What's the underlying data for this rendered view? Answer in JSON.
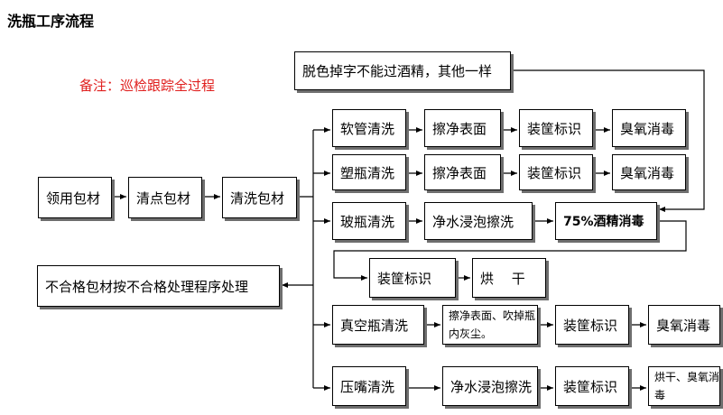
{
  "title": "洗瓶工序流程",
  "note": "备注：巡检跟踪全过程",
  "nodes": {
    "receive": "领用包材",
    "count": "清点包材",
    "clean": "清洗包材",
    "nonconforming": "不合格包材按不合格处理程序处理",
    "top_note": "脱色掉字不能过酒精，其他一样",
    "hose": {
      "label": "软管清洗",
      "step2": "擦净表面",
      "step3": "装筐标识",
      "step4": "臭氧消毒"
    },
    "plastic": {
      "label": "塑瓶清洗",
      "step2": "擦净表面",
      "step3": "装筐标识",
      "step4": "臭氧消毒"
    },
    "glass": {
      "label": "玻瓶清洗",
      "step2": "净水浸泡擦洗",
      "step3": "75%酒精消毒",
      "step4": "装筐标识",
      "step5": "烘　 干"
    },
    "vacuum": {
      "label": "真空瓶清洗",
      "step2": "擦净表面、吹掉瓶内灰尘。",
      "step3": "装筐标识",
      "step4": "臭氧消毒"
    },
    "nozzle": {
      "label": "压嘴清洗",
      "step2": "净水浸泡擦洗",
      "step3": "装筐标识",
      "step4": "烘干、臭氧消毒"
    }
  }
}
